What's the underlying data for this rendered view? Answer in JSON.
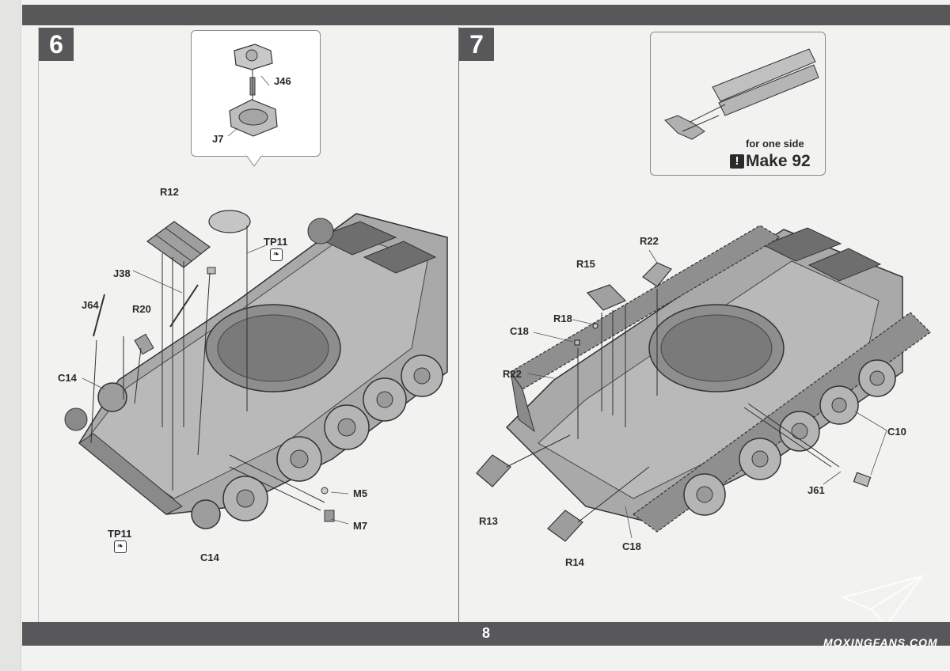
{
  "page_number": "8",
  "step6": {
    "number": "6",
    "callout_labels": {
      "upper": "J46",
      "lower": "J7"
    },
    "labels": {
      "r12": "R12",
      "tp11_top": "TP11",
      "j38": "J38",
      "j64": "J64",
      "r20": "R20",
      "c14_left": "C14",
      "m5": "M5",
      "m7": "M7",
      "tp11_bottom": "TP11",
      "c14_bottom": "C14"
    }
  },
  "step7": {
    "number": "7",
    "callout": {
      "note": "for one side",
      "make": "Make 92",
      "warning_glyph": "!"
    },
    "labels": {
      "r22_top": "R22",
      "r15": "R15",
      "r18": "R18",
      "c18_top": "C18",
      "r22_left": "R22",
      "c10": "C10",
      "j61": "J61",
      "r13": "R13",
      "c18_bottom": "C18",
      "r14": "R14"
    }
  },
  "watermark": {
    "text": "MOXINGFANS.COM"
  },
  "colors": {
    "bar": "#58585a",
    "paper": "#f2f2f0",
    "hull": "#a9a9a9",
    "hull_dark": "#7d7d7d",
    "line": "#3a3a3a"
  }
}
